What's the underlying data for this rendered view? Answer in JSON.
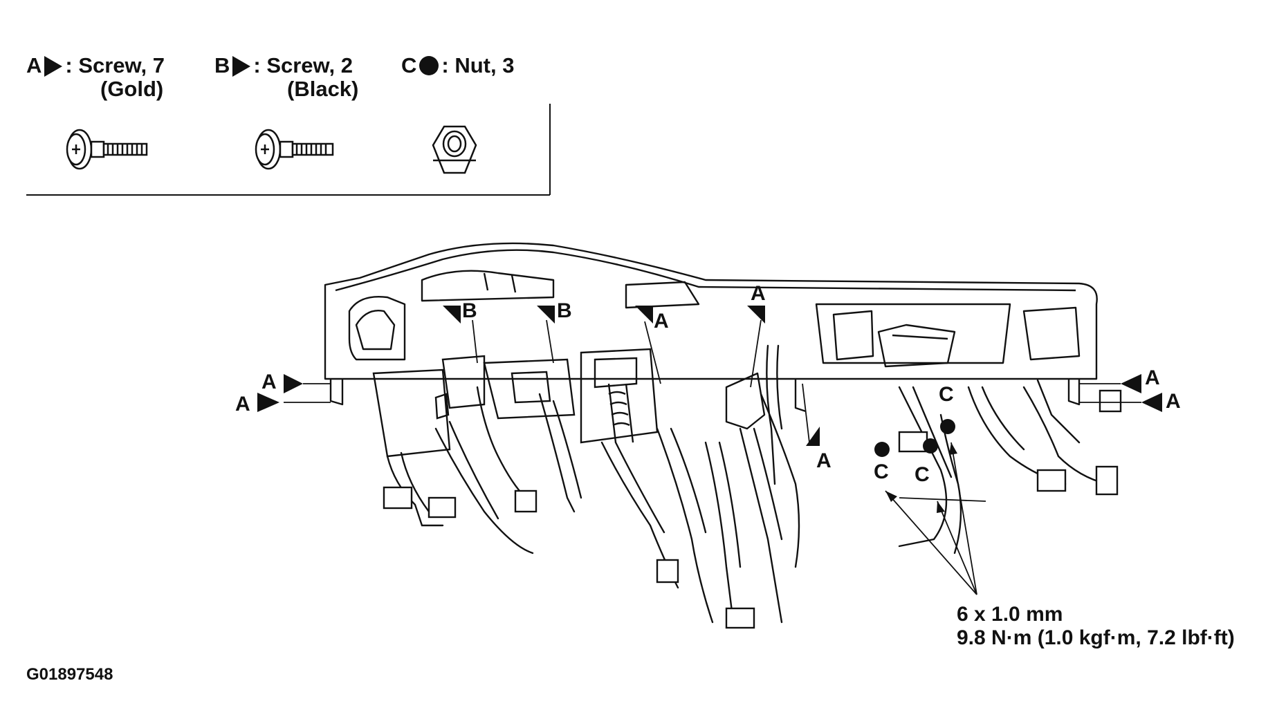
{
  "legend": {
    "a": {
      "letter": "A",
      "symbol": "triangle",
      "text": ": Screw, 7",
      "sub": "(Gold)"
    },
    "b": {
      "letter": "B",
      "symbol": "triangle",
      "text": ": Screw, 2",
      "sub": "(Black)"
    },
    "c": {
      "letter": "C",
      "symbol": "circle",
      "text": ": Nut, 3"
    }
  },
  "callouts": {
    "b1": "B",
    "b2": "B",
    "a_dash1": "A",
    "a_top": "A",
    "a_left1": "A",
    "a_left2": "A",
    "a_right1": "A",
    "a_right2": "A",
    "a_lower": "A",
    "c1": "C",
    "c2": "C",
    "c3": "C"
  },
  "spec": {
    "size": "6 x 1.0 mm",
    "torque": "9.8 N·m (1.0 kgf·m, 7.2 lbf·ft)"
  },
  "figure_id": "G01897548"
}
